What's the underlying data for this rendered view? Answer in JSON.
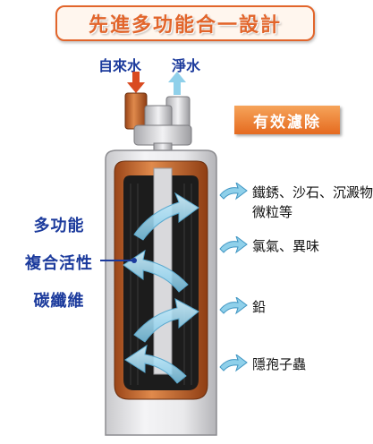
{
  "title": "先進多功能合一設計",
  "inlet_label": "自來水",
  "outlet_label": "淨水",
  "badge": "有效濾除",
  "side_label": [
    "多功能",
    "複合活性",
    "碳纖維"
  ],
  "removed_items": [
    {
      "text": "鐵銹、沙石、沉澱物、微粒等",
      "icon": "water-splash-icon"
    },
    {
      "text": "氯氣、異味",
      "icon": "water-splash-icon"
    },
    {
      "text": "鉛",
      "icon": "water-splash-icon"
    },
    {
      "text": "隱孢子蟲",
      "icon": "water-splash-icon"
    }
  ],
  "colors": {
    "accent_orange": "#e2652b",
    "label_blue": "#1b3a9c",
    "inlet_arrow": "#d94a20",
    "outlet_arrow": "#8fd0ea",
    "carbon_core": "#1c1c1c",
    "copper_wall": "#c8642a"
  }
}
